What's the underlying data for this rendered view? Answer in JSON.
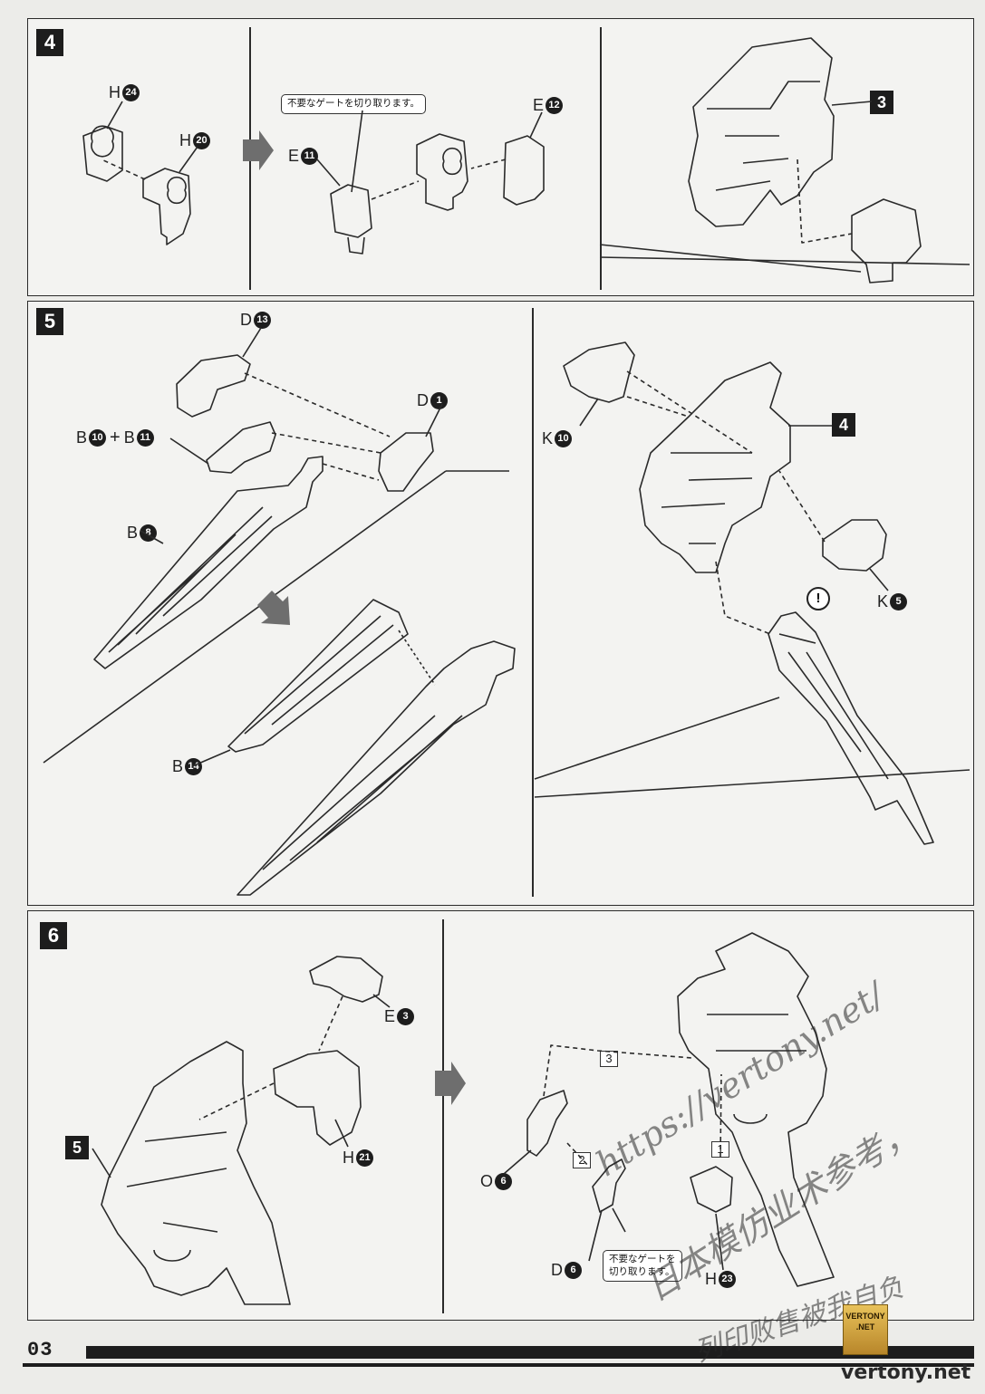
{
  "page_number": "03",
  "steps": {
    "s4": {
      "number": "4",
      "subassembly_ref": "3",
      "gate_note": "不要なゲートを切り取ります。",
      "parts": {
        "h24": {
          "letter": "H",
          "num": "24"
        },
        "h20": {
          "letter": "H",
          "num": "20"
        },
        "e11": {
          "letter": "E",
          "num": "11"
        },
        "e12": {
          "letter": "E",
          "num": "12"
        }
      }
    },
    "s5": {
      "number": "5",
      "subassembly_ref": "4",
      "parts": {
        "d13": {
          "letter": "D",
          "num": "13"
        },
        "d1": {
          "letter": "D",
          "num": "1"
        },
        "b10": {
          "letter": "B",
          "num": "10"
        },
        "plus": "+",
        "b11": {
          "letter": "B",
          "num": "11"
        },
        "b8": {
          "letter": "B",
          "num": "8"
        },
        "b14": {
          "letter": "B",
          "num": "14"
        },
        "k10": {
          "letter": "K",
          "num": "10"
        },
        "k5": {
          "letter": "K",
          "num": "5"
        }
      },
      "warning": "!"
    },
    "s6": {
      "number": "6",
      "subassembly_ref": "5",
      "gate_note_line1": "不要なゲートを",
      "gate_note_line2": "切り取ります。",
      "sequence": [
        "1",
        "2",
        "3"
      ],
      "parts": {
        "e3": {
          "letter": "E",
          "num": "3"
        },
        "h21": {
          "letter": "H",
          "num": "21"
        },
        "o6": {
          "letter": "O",
          "num": "6"
        },
        "d6": {
          "letter": "D",
          "num": "6"
        },
        "h23": {
          "letter": "H",
          "num": "23"
        }
      }
    }
  },
  "watermark": {
    "url": "https://vertony.net/",
    "line1": "日本模仿业术参考，",
    "line2": "列印败售被我自负",
    "logo_top": "VERTONY",
    "logo_bottom": ".NET",
    "brand": "vertony.net"
  }
}
